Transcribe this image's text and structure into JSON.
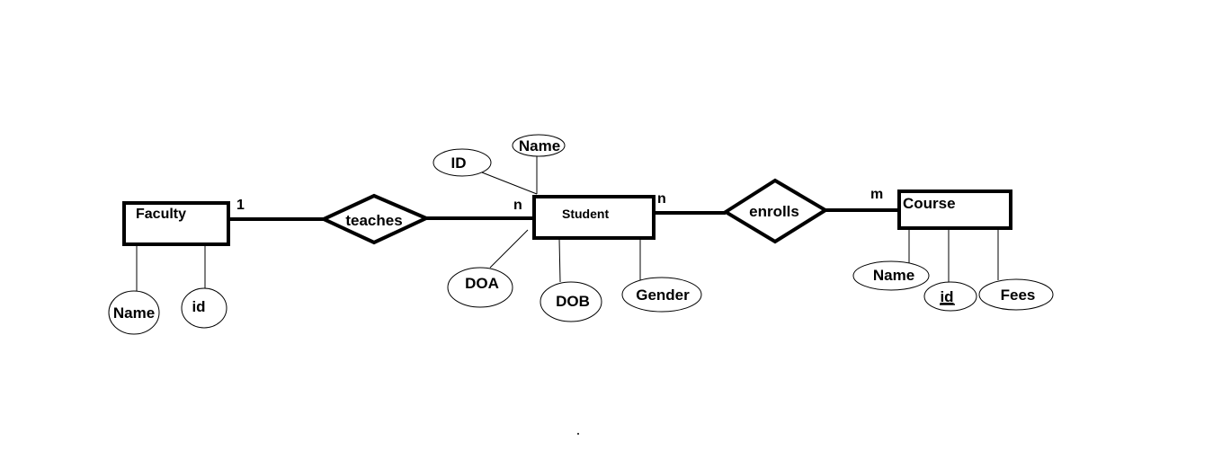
{
  "entities": {
    "faculty": "Faculty",
    "student": "Student",
    "course": "Course"
  },
  "relationships": {
    "teaches": "teaches",
    "enrolls": "enrolls"
  },
  "cardinalities": {
    "faculty_teaches": "1",
    "teaches_student": "n",
    "student_enrolls": "n",
    "enrolls_course": "m"
  },
  "attributes": {
    "faculty": [
      "Name",
      "id"
    ],
    "student": [
      "ID",
      "Name",
      "DOA",
      "DOB",
      "Gender"
    ],
    "course": [
      "Name",
      "id",
      "Fees"
    ]
  },
  "key_attributes": {
    "course": "id"
  }
}
